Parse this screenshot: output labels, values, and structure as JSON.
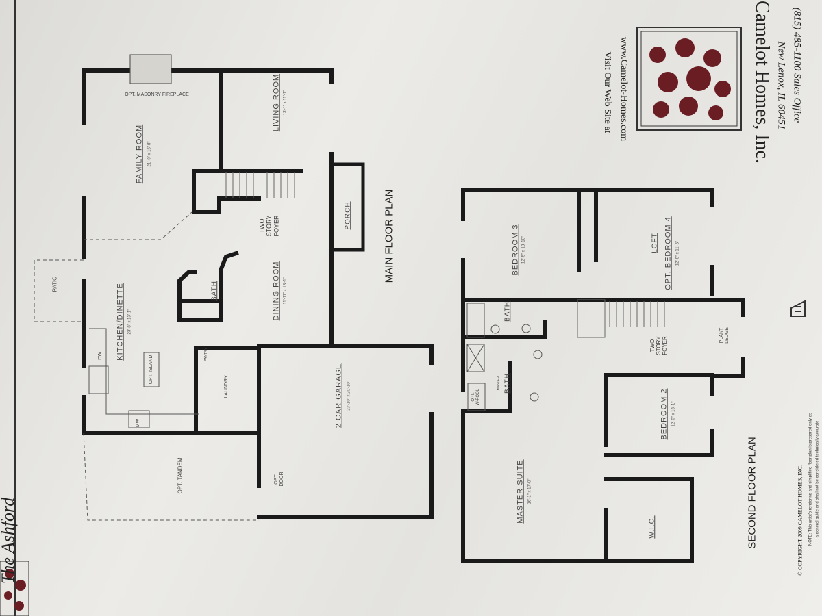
{
  "document": {
    "title": "The Ashford"
  },
  "company": {
    "name": "Camelot Homes, Inc.",
    "address": "New Lenox, IL 60451",
    "phone": "(815) 485-1100 Sales Office",
    "website_line1": "Visit Our Web Site at",
    "website_line2": "www.Camelot-Homes.com",
    "brand_color": "#6b1d24"
  },
  "main_floor": {
    "heading": "MAIN FLOOR PLAN",
    "fireplace": "OPT. MASONRY FIREPLACE",
    "family_room": {
      "name": "FAMILY ROOM",
      "dims": "21'-0\" x 16'-8\""
    },
    "living_room": {
      "name": "LIVING ROOM",
      "dims": "13'-1\" x 11'-1\""
    },
    "foyer": [
      "TWO",
      "STORY",
      "FOYER"
    ],
    "dining_room": {
      "name": "DINING ROOM",
      "dims": "11'-11\" x 13'-1\""
    },
    "bath": "BATH",
    "kitchen": {
      "name": "KITCHEN/DINETTE",
      "dims": "23'-8\" x 13'-1\""
    },
    "island": "OPT. ISLAND",
    "pantry": "PANTRY",
    "laundry": "LAUNDRY",
    "dw": "DW",
    "mw": "MW",
    "patio": "PATIO",
    "tandem": "OPT. TANDEM",
    "garage": {
      "name": "2 CAR GARAGE",
      "dims": "23'-10\" x 20'-10\""
    },
    "opt_door": [
      "OPT.",
      "DOOR"
    ],
    "porch": "PORCH"
  },
  "second_floor": {
    "heading": "SECOND FLOOR PLAN",
    "bedroom3": {
      "name": "BEDROOM 3",
      "dims": "12'-5\" x 13'-10\""
    },
    "loft": "LOFT",
    "bedroom4": {
      "name": "OPT. BEDROOM 4",
      "dims": "12'-8\" x 11'-5\""
    },
    "bath": "BATH",
    "master_bath_small": "MASTER",
    "master_bath": "BATH",
    "whirlpool": [
      "OPT.",
      "W-POOL"
    ],
    "foyer": [
      "TWO",
      "STORY",
      "FOYER"
    ],
    "plant_ledge": [
      "PLANT",
      "LEDGE"
    ],
    "bedroom2": {
      "name": "BEDROOM 2",
      "dims": "12'-0\" x 13'-1\""
    },
    "master_suite": {
      "name": "MASTER SUITE",
      "dims": "16'-1\" x 17'-0\""
    },
    "wic": "W.I.C."
  },
  "footer": {
    "copyright": "© COPYRIGHT 2009 CAMELOT HOMES, INC.",
    "note_line1": "NOTE: This artist's rendering and simplified floor plan is prepared only as",
    "note_line2": "a general guide and shall not be considered technically accurate"
  }
}
